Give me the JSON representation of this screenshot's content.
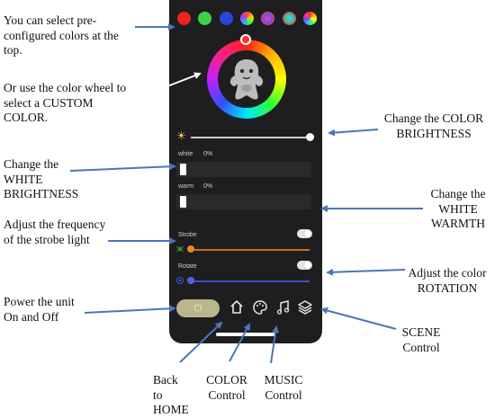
{
  "annotations": {
    "preset": [
      "You can select pre-",
      "configured colors at the",
      "top."
    ],
    "wheel": [
      "Or use the color wheel to",
      "select a CUSTOM",
      "COLOR."
    ],
    "white_brightness": [
      "Change the",
      "WHITE",
      "BRIGHTNESS"
    ],
    "strobe": [
      "Adjust the frequency",
      "of the strobe light"
    ],
    "power": [
      "Power the unit",
      "On and Off"
    ],
    "color_brightness": [
      "Change the COLOR",
      "BRIGHTNESS"
    ],
    "warmth": [
      "Change the",
      "WHITE",
      "WARMTH"
    ],
    "rotation": [
      "Adjust the color",
      "ROTATION"
    ],
    "scene": [
      "SCENE",
      "Control"
    ],
    "home": [
      "Back",
      "to",
      "HOME"
    ],
    "color_ctrl": [
      "COLOR",
      "Control"
    ],
    "music": [
      "MUSIC",
      "Control"
    ]
  },
  "app": {
    "presets": [
      "#e8261e",
      "#3ed24a",
      "#2b45d6",
      "rainbow",
      "magenta-ring",
      "green-blue-ring",
      "full-rainbow"
    ],
    "color_brightness": 1.0,
    "white": {
      "label": "white",
      "value": "0%"
    },
    "warm": {
      "label": "warm",
      "value": "0%"
    },
    "strobe": {
      "label": "Strobe",
      "on": true,
      "level": 0.0
    },
    "rotate": {
      "label": "Rotate",
      "on": true,
      "level": 0.0
    },
    "icons": [
      "sun-icon",
      "power-icon",
      "home-icon",
      "palette-icon",
      "music-note-icon",
      "layers-icon",
      "bug-icon",
      "rotate-icon"
    ]
  }
}
